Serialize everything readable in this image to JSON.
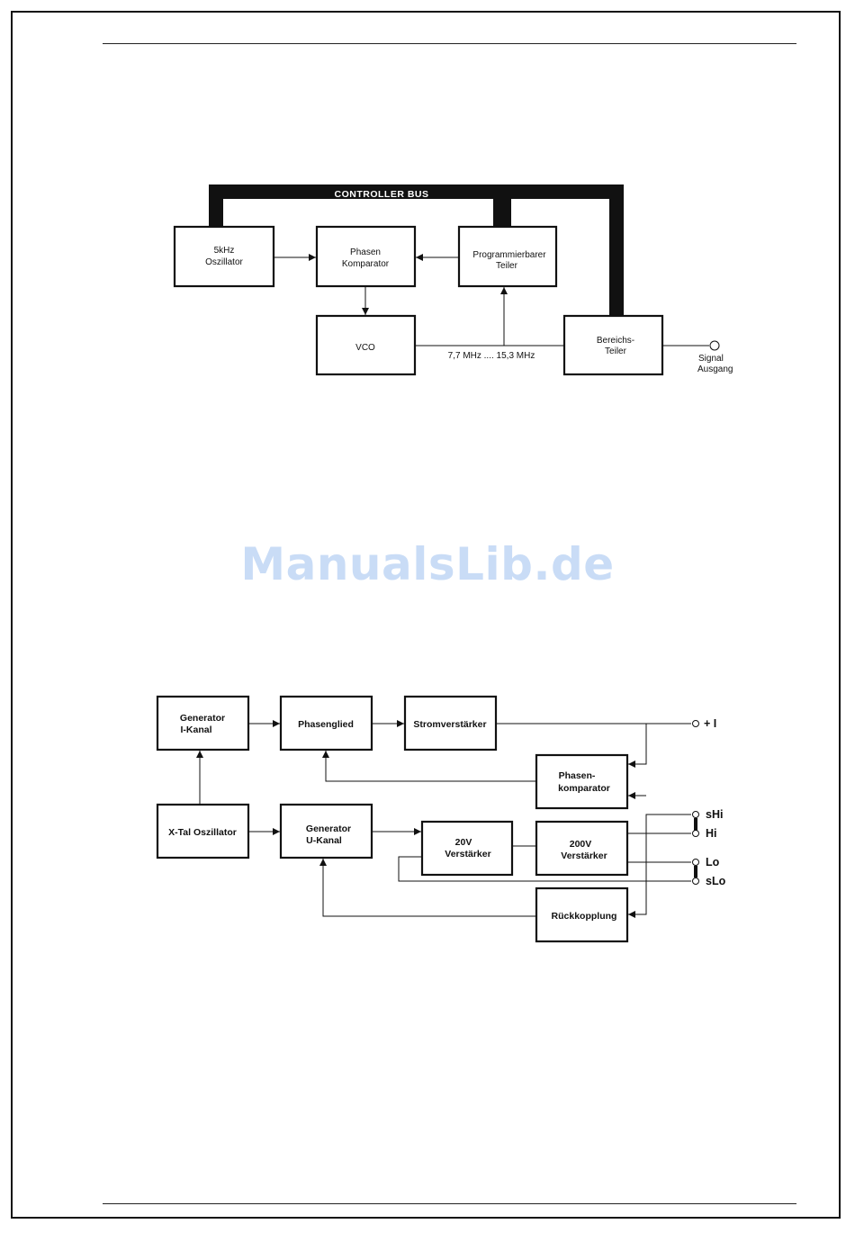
{
  "watermark": "ManualsLib.de",
  "diagram1": {
    "bus_label": "CONTROLLER BUS",
    "osc": [
      "5kHz",
      "Oszillator"
    ],
    "phase_comp": [
      "Phasen",
      "Komparator"
    ],
    "prog_div": [
      "Programmierbarer",
      "Teiler"
    ],
    "vco": "VCO",
    "range_div": [
      "Bereichs-",
      "Teiler"
    ],
    "freq": "7,7 MHz .... 15,3 MHz",
    "signal_out": [
      "Signal",
      "Ausgang"
    ]
  },
  "diagram2": {
    "gen_i": [
      "Generator",
      "I-Kanal"
    ],
    "phasenglied": "Phasenglied",
    "stromverstaerker": "Stromverstärker",
    "phasen_komp": [
      "Phasen-",
      "komparator"
    ],
    "xtal": "X-Tal Oszillator",
    "gen_u": [
      "Generator",
      "U-Kanal"
    ],
    "amp20": [
      "20V",
      "Verstärker"
    ],
    "amp200": [
      "200V",
      "Verstärker"
    ],
    "rueckkopplung": "Rückkopplung",
    "terminals": {
      "plus_i": "+ I",
      "shi": "sHi",
      "hi": "Hi",
      "lo": "Lo",
      "slo": "sLo"
    }
  }
}
